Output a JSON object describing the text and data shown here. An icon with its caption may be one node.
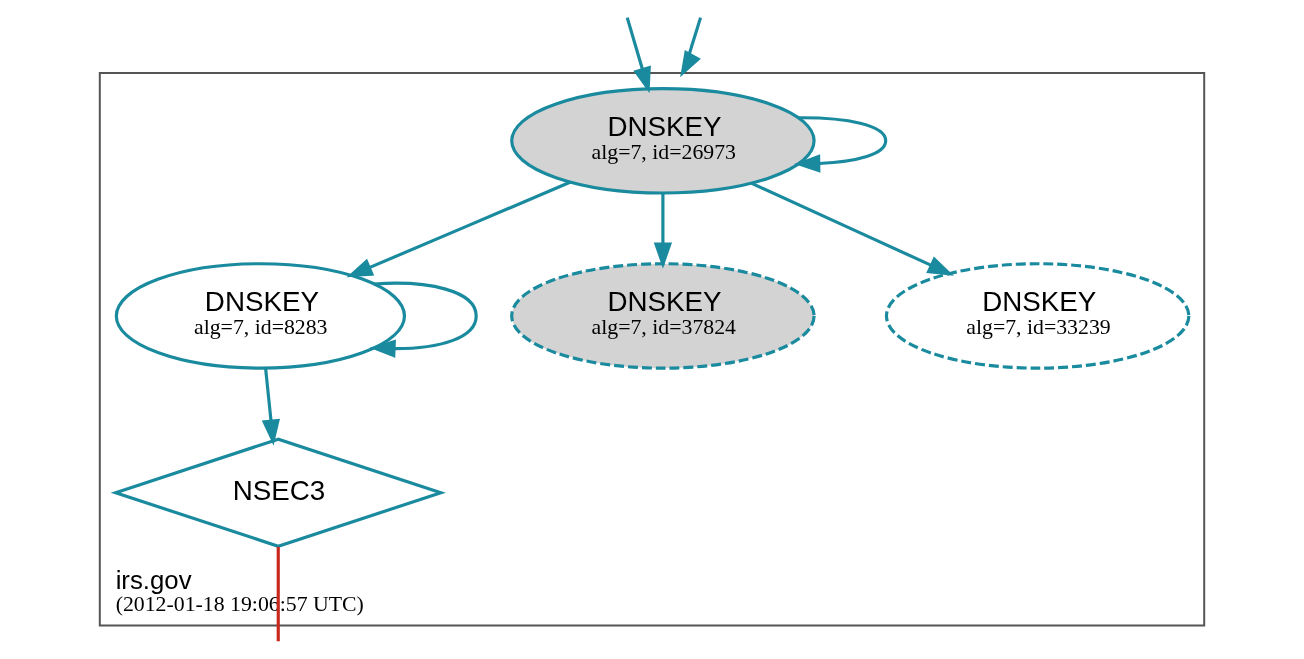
{
  "diagram": {
    "nodes": [
      {
        "text": [
          "irs.gov",
          "(2012-01-18 19:06:57 UTC)"
        ]
      },
      {
        "text": [
          "DNSKEY",
          "alg=7, id=26973"
        ],
        "in": 0
      },
      {
        "text": [
          "DNSKEY",
          "alg=7, id=8283"
        ],
        "in": 0
      },
      {
        "text": [
          "DNSKEY",
          "alg=7, id=37824"
        ],
        "in": 0
      },
      {
        "text": [
          "DNSKEY",
          "alg=7, id=33239"
        ],
        "in": 0
      },
      {
        "text": [
          "NSEC3"
        ],
        "in": 0
      }
    ],
    "edges": [
      {
        "from": null,
        "to": 1,
        "arrow": "to"
      },
      {
        "from": null,
        "to": 0,
        "arrow": "to"
      },
      {
        "from": 1,
        "to": 1,
        "arrow": "to"
      },
      {
        "from": 1,
        "to": 2,
        "arrow": "to"
      },
      {
        "from": 1,
        "to": 3,
        "arrow": "to"
      },
      {
        "from": 1,
        "to": 4,
        "arrow": "to"
      },
      {
        "from": 2,
        "to": 2,
        "arrow": "to"
      },
      {
        "from": 2,
        "to": 5,
        "arrow": "to"
      },
      {
        "from": 5,
        "to": null,
        "arrow": "none",
        "color": "#c8281e"
      }
    ]
  }
}
